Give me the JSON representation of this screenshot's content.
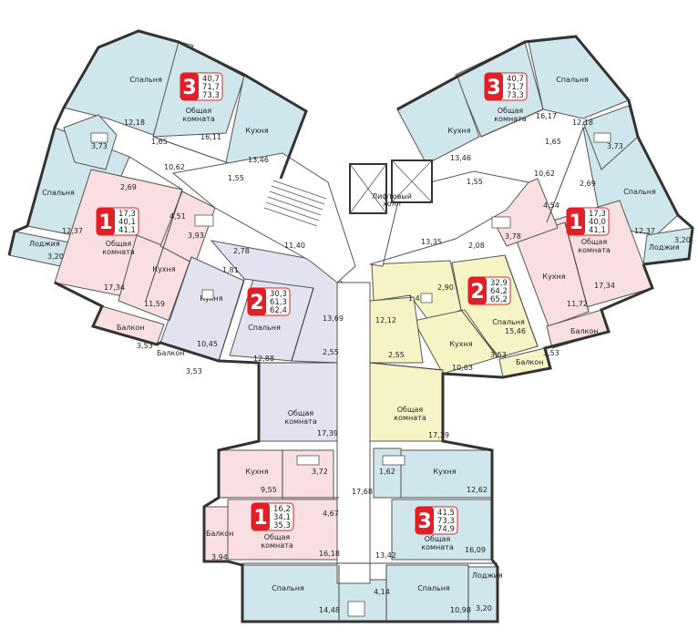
{
  "colors": {
    "blue": "#cfe6ec",
    "pink": "#f9dfe2",
    "lavender": "#e3e2f1",
    "yellow": "#f6f3c4",
    "corridor": "#ffffff",
    "badge": "#e21e26",
    "wall": "#333333"
  },
  "badges": [
    {
      "num": "3",
      "v1": "40,7",
      "v2": "71,7",
      "v3": "73,3"
    },
    {
      "num": "3",
      "v1": "40,7",
      "v2": "71,7",
      "v3": "73,3"
    },
    {
      "num": "1",
      "v1": "17,3",
      "v2": "40,1",
      "v3": "41,1"
    },
    {
      "num": "1",
      "v1": "17,3",
      "v2": "40,0",
      "v3": "41,1"
    },
    {
      "num": "2",
      "v1": "30,3",
      "v2": "61,3",
      "v3": "62,4"
    },
    {
      "num": "2",
      "v1": "32,9",
      "v2": "64,2",
      "v3": "65,2"
    },
    {
      "num": "1",
      "v1": "16,2",
      "v2": "34,1",
      "v3": "35,3"
    },
    {
      "num": "3",
      "v1": "41,5",
      "v2": "73,3",
      "v3": "74,9"
    }
  ],
  "labels": [
    "Спальня",
    "Общая",
    "комната",
    "Кухня",
    "12,18",
    "1,65",
    "16,11",
    "13,46",
    "1,55",
    "3,73",
    "10,62",
    "Спальня",
    "Общая",
    "комната",
    "Кухня",
    "16,17",
    "12,18",
    "13,46",
    "1,65",
    "3,73",
    "1,55",
    "10,62",
    "Лифтовый",
    "холл",
    "Спальня",
    "2,69",
    "4,51",
    "12,37",
    "Лоджия",
    "3,20",
    "Общая",
    "комната",
    "17,34",
    "3,93",
    "Кухня",
    "11,59",
    "Балкон",
    "3,53",
    "2,78",
    "1,81",
    "Кухня",
    "10,45",
    "Балкон",
    "3,53",
    "11,40",
    "13,35",
    "Спальня",
    "2,69",
    "4,54",
    "3,78",
    "Общая",
    "комната",
    "12,37",
    "3,20",
    "Лоджия",
    "Кухня",
    "17,34",
    "11,72",
    "Балкон",
    "3,53",
    "2,08",
    "Спальня",
    "13,69",
    "2,55",
    "12,88",
    "Общая",
    "комната",
    "17,39",
    "2,90",
    "1,43",
    "12,12",
    "Спальня",
    "15,46",
    "Кухня",
    "10,63",
    "Балкон",
    "3,53",
    "2,55",
    "Общая",
    "комната",
    "17,39",
    "Кухня",
    "3,72",
    "9,55",
    "1,62",
    "Кухня",
    "12,62",
    "17,68",
    "4,67",
    "Балкон",
    "3,94",
    "Общая",
    "комната",
    "16,18",
    "Общая",
    "комната",
    "16,09",
    "13,42",
    "Спальня",
    "14,48",
    "4,14",
    "Спальня",
    "10,98",
    "Лоджия",
    "3,20"
  ]
}
